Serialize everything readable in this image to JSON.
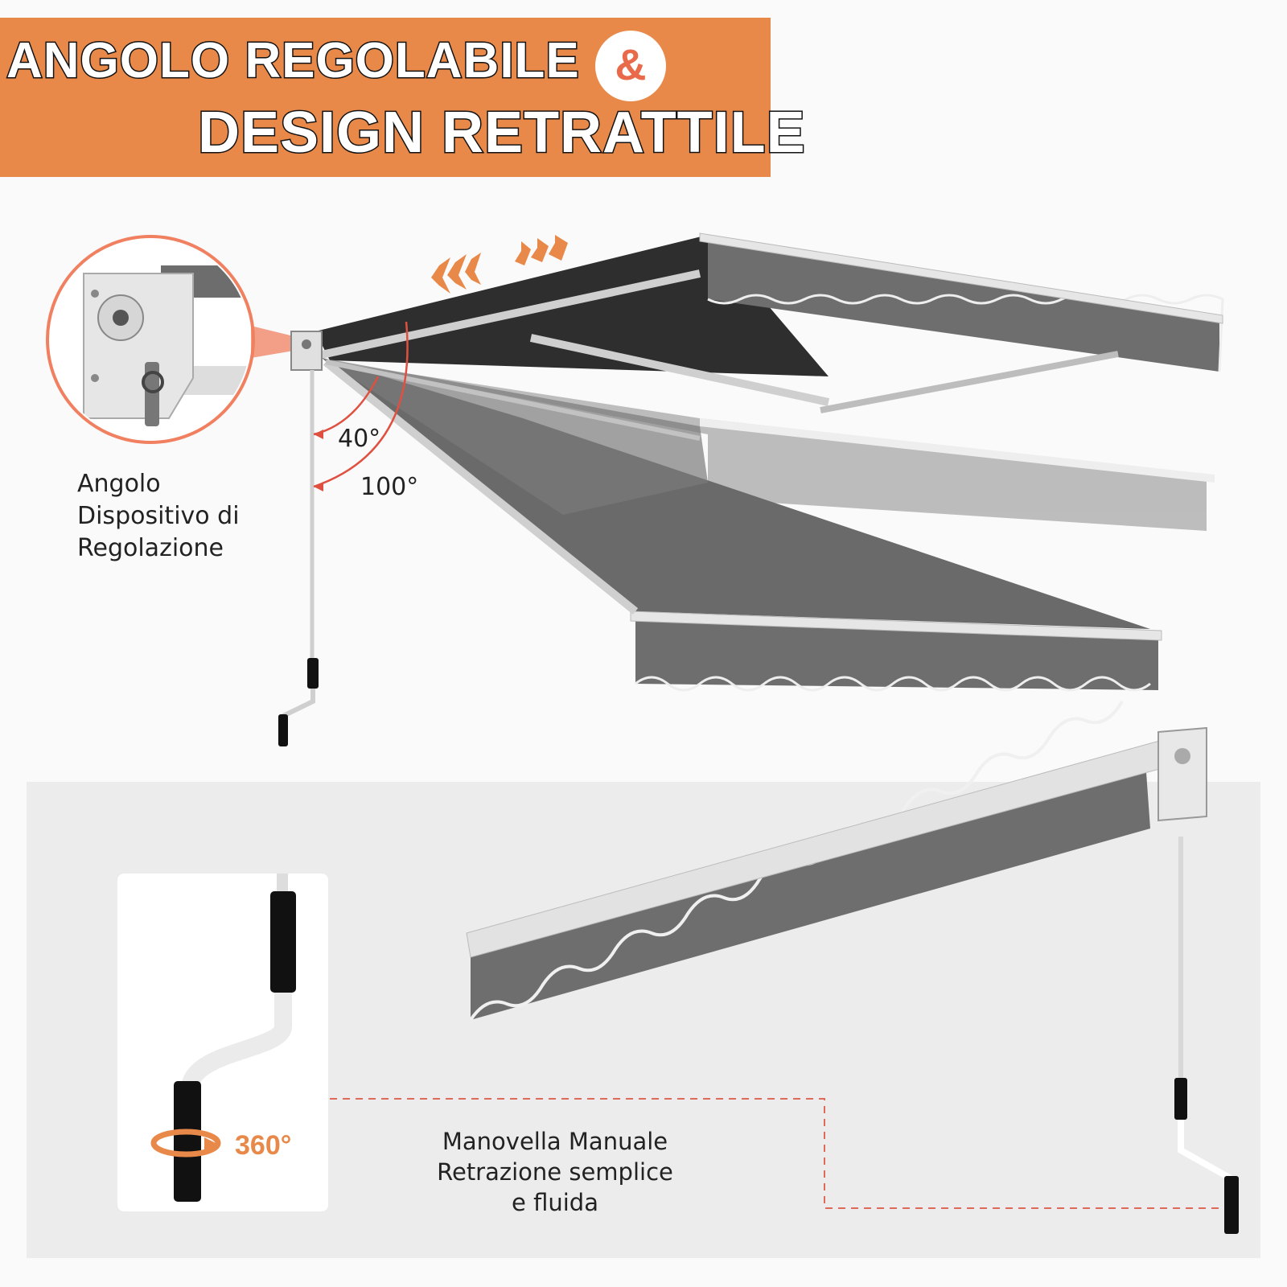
{
  "banner": {
    "line1": "ANGOLO REGOLABILE",
    "ampersand": "&",
    "line2": "DESIGN RETRATTILE",
    "bg_color": "#e8894a"
  },
  "detail": {
    "label_lines": [
      "Angolo",
      "Dispositivo di",
      "Regolazione"
    ]
  },
  "angles": {
    "min": "40°",
    "max": "100°"
  },
  "crank": {
    "rotation": "360°",
    "label_lines": [
      "Manovella Manuale",
      "Retrazione semplice",
      "e fluida"
    ]
  },
  "colors": {
    "accent": "#e8894a",
    "fabric": "#6b6b6b",
    "fabric_dark": "#2e2e2e",
    "frame": "#e6e6e6"
  }
}
